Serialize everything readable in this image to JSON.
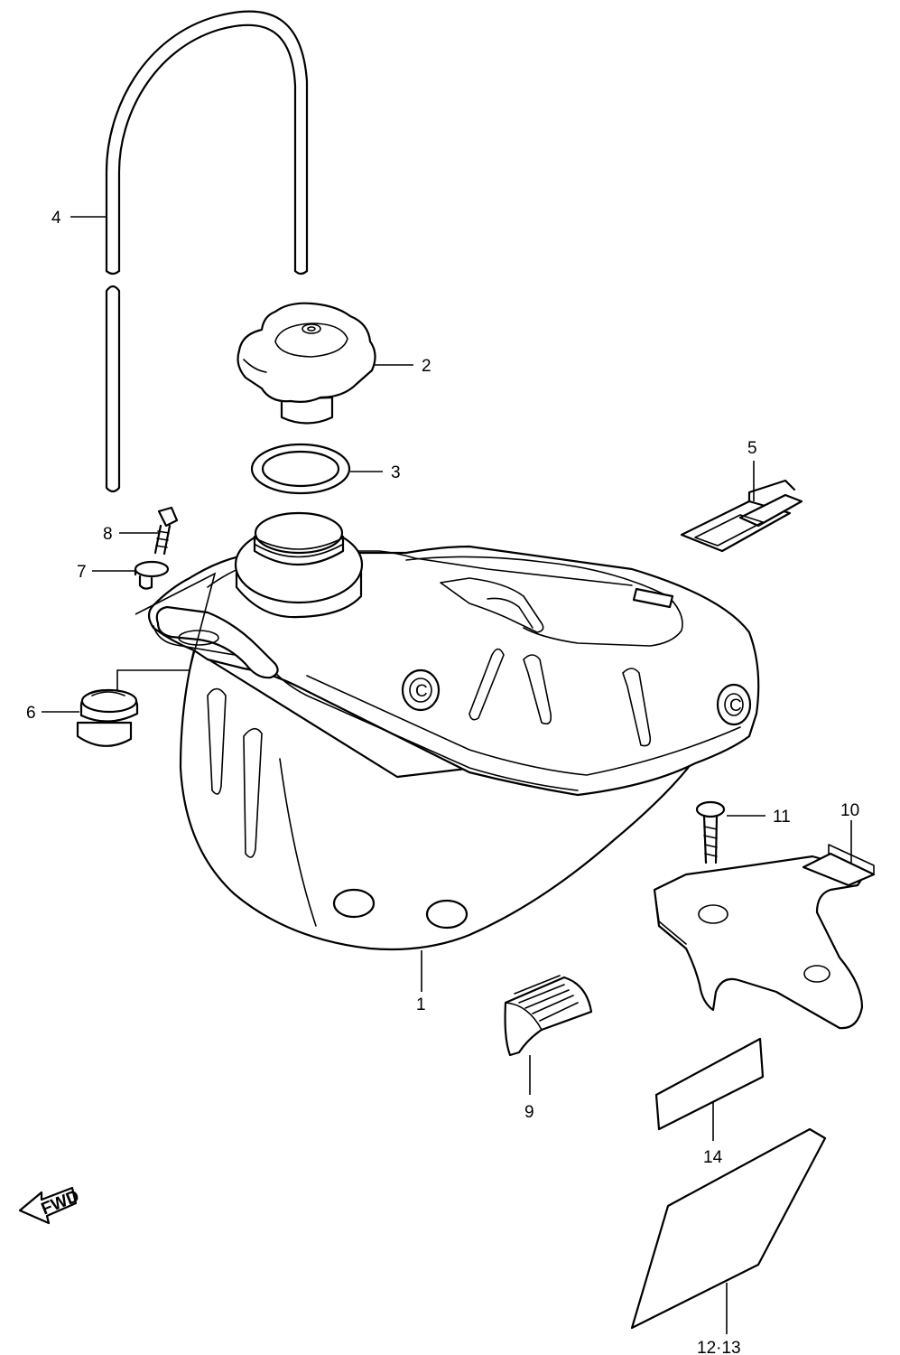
{
  "callouts": {
    "c1": "1",
    "c2": "2",
    "c3": "3",
    "c4": "4",
    "c5": "5",
    "c6": "6",
    "c7": "7",
    "c8": "8",
    "c9": "9",
    "c10": "10",
    "c11": "11",
    "c12_13": "12·13",
    "c14": "14"
  },
  "fwd_arrow_text": "FWD",
  "cap_mark": "C"
}
